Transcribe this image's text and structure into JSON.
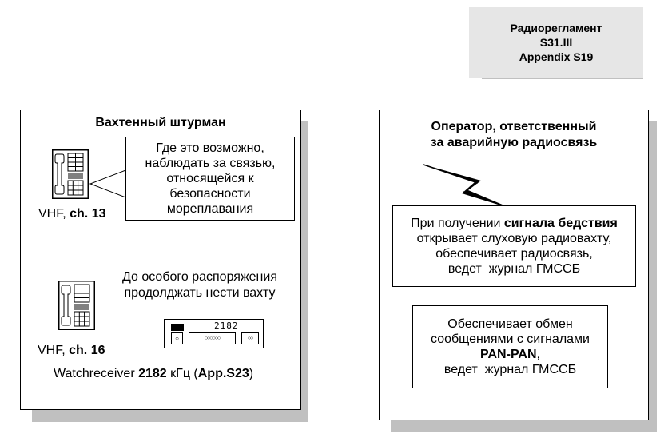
{
  "reference": {
    "line1": "Радиорегламент",
    "line2": "S31.III",
    "line3": "Appendix S19"
  },
  "left_panel": {
    "title": "Вахтенный штурман",
    "vhf13": {
      "label_prefix": "VHF, ",
      "label_bold": "ch. 13",
      "icon": "phone-icon",
      "callout_lines": [
        "Где это возможно,",
        "наблюдать за связью,",
        "относящейся к",
        "безопасности",
        "мореплавания"
      ]
    },
    "vhf16": {
      "label_prefix": "VHF, ",
      "label_bold": "ch. 16",
      "icon": "phone-icon",
      "note_lines": [
        "До особого распоряжения",
        "продолджать нести вахту"
      ]
    },
    "watchreceiver": {
      "display_freq": "2182",
      "icon": "receiver-icon",
      "label_prefix": "Watchreceiver ",
      "label_bold_freq": "2182",
      "label_unit": " кГц (",
      "label_bold_ref": "App.S23",
      "label_suffix": ")"
    }
  },
  "right_panel": {
    "title_line1": "Оператор, ответственный",
    "title_line2": "за аварийную радиосвязь",
    "signal_icon": "lightning-icon",
    "distress_box": {
      "line1_prefix": "При получении ",
      "line1_bold": "сигнала бедствия",
      "line2": "открывает слуховую радиовахту,",
      "line3": "обеспечивает радиосвязь,",
      "line4": "ведет  журнал ГМССБ"
    },
    "panpan_box": {
      "line1": "Обеспечивает обмен",
      "line2": "сообщениями с сигналами",
      "line3_bold": "PAN-PAN",
      "line3_suffix": ",",
      "line4": "ведет  журнал ГМССБ"
    }
  },
  "colors": {
    "shadow": "#c0c0c0",
    "reference_bg": "#e6e6e6",
    "border": "#000000"
  }
}
